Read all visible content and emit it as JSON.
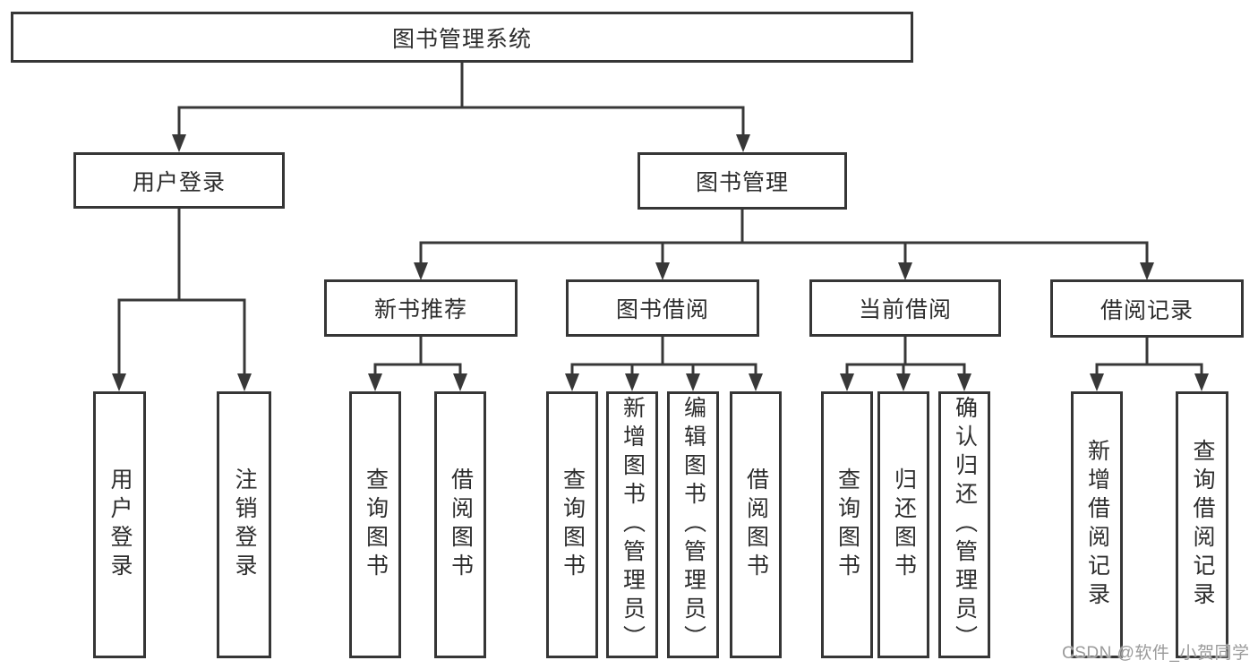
{
  "nodes": {
    "root": "图书管理系统",
    "user_login": {
      "label": "用户登录",
      "leaves": [
        "用户登录",
        "注销登录"
      ]
    },
    "book_management": {
      "label": "图书管理"
    },
    "modules": [
      {
        "label": "新书推荐",
        "leaves": [
          "查询图书",
          "借阅图书"
        ]
      },
      {
        "label": "图书借阅",
        "leaves": [
          "查询图书",
          "新增图书（管理员）",
          "编辑图书（管理员）",
          "借阅图书"
        ]
      },
      {
        "label": "当前借阅",
        "leaves": [
          "查询图书",
          "归还图书",
          "确认归还（管理员）"
        ]
      },
      {
        "label": "借阅记录",
        "leaves": [
          "新增借阅记录",
          "查询借阅记录"
        ]
      }
    ]
  },
  "watermark": "CSDN @软件_小贺同学",
  "colors": {
    "line": "#383838",
    "text": "#2d2d2d",
    "watermark": "#9a9a9a",
    "background": "#ffffff"
  }
}
